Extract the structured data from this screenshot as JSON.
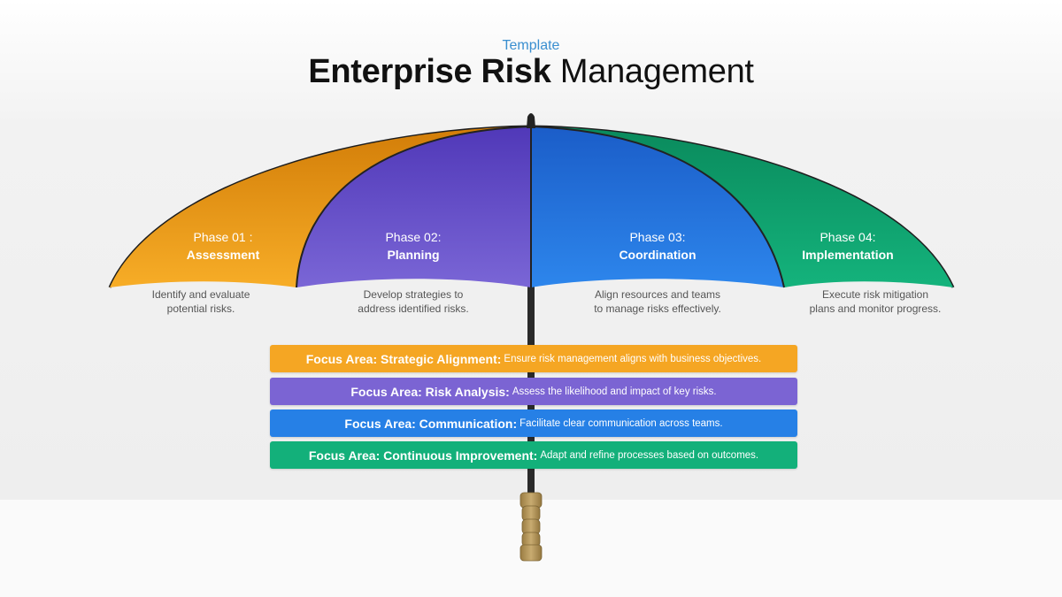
{
  "header": {
    "subtitle": "Template",
    "title_bold": "Enterprise Risk",
    "title_light": "Management"
  },
  "colors": {
    "orange": "#f2a21c",
    "purple": "#6c54c9",
    "blue": "#2474e0",
    "green": "#10a471",
    "handle": "#b89a5e",
    "shaft": "#2a2a2a"
  },
  "phases": [
    {
      "number": "Phase 01 :",
      "name": "Assessment",
      "description_line1": "Identify and evaluate",
      "description_line2": "potential risks."
    },
    {
      "number": "Phase 02:",
      "name": "Planning",
      "description_line1": "Develop strategies to",
      "description_line2": "address identified risks."
    },
    {
      "number": "Phase 03:",
      "name": "Coordination",
      "description_line1": "Align resources and teams",
      "description_line2": "to manage risks effectively."
    },
    {
      "number": "Phase 04:",
      "name": "Implementation",
      "description_line1": "Execute risk mitigation",
      "description_line2": "plans and monitor progress."
    }
  ],
  "focus_areas": [
    {
      "label": "Focus Area: Strategic Alignment:",
      "text": "Ensure risk management aligns with business objectives."
    },
    {
      "label": "Focus Area: Risk Analysis:",
      "text": "Assess the likelihood and impact of key risks."
    },
    {
      "label": "Focus Area: Communication:",
      "text": "Facilitate clear communication across teams."
    },
    {
      "label": "Focus Area: Continuous Improvement:",
      "text": "Adapt and refine processes based on outcomes."
    }
  ]
}
